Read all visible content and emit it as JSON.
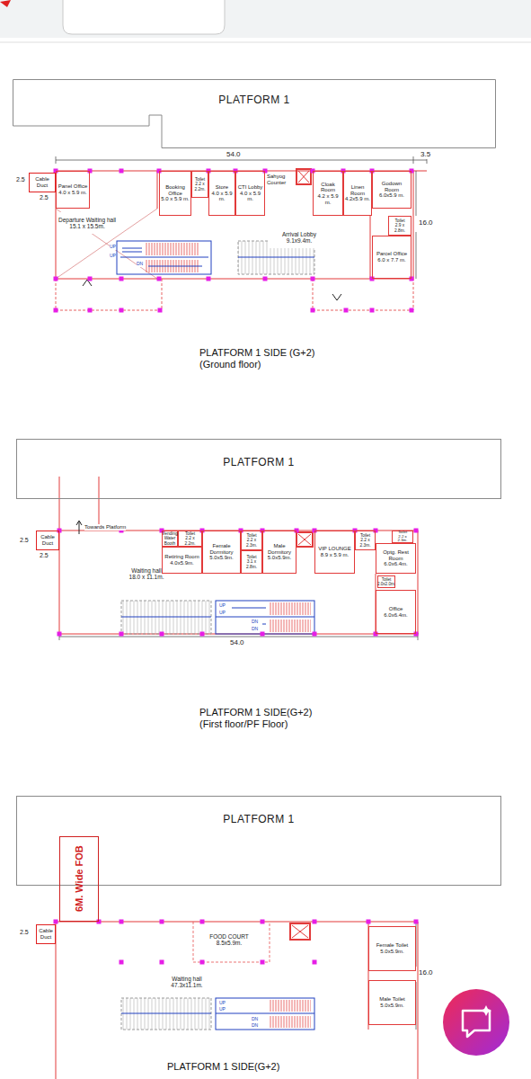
{
  "diagram": {
    "nodes": [
      {
        "text": [
          "PLATFORM 1"
        ]
      },
      {
        "text": [
          "Cable Duct"
        ]
      },
      {
        "text": [
          "Panel Office",
          "4.0 x 5.9 m."
        ]
      },
      {
        "text": [
          "Departure Waiting hall",
          "15.1 x 15.5m."
        ]
      },
      {
        "text": [
          "Booking Office",
          "5.0 x 5.9 m."
        ]
      },
      {
        "text": [
          "Toilet",
          "2.2 x 2.2m."
        ]
      },
      {
        "text": [
          "Store",
          "4.0 x 5.9 m."
        ]
      },
      {
        "text": [
          "CTI Lobby",
          "4.0 x 5.9 m."
        ]
      },
      {
        "text": [
          "Cloak Room",
          "4.2 x 5.9 m."
        ]
      },
      {
        "text": [
          "Linen Room",
          "4.2x5.9 m."
        ]
      },
      {
        "text": [
          "Godown Room",
          "6.0x5.9 m."
        ]
      },
      {
        "text": [
          "Toilet",
          "2.9 x 2.8m."
        ]
      },
      {
        "text": [
          "Parcel Office",
          "6.0 x 7.7 m."
        ]
      },
      {
        "text": [
          "Arrival Lobby",
          "9.1x9.4m."
        ]
      },
      {
        "text": [
          "PLATFORM 1"
        ]
      },
      {
        "text": [
          "Cable Duct"
        ]
      },
      {
        "text": [
          "Waiting hall",
          "18.0 x 11.1m."
        ]
      },
      {
        "text": [
          "Vending Water Booth"
        ]
      },
      {
        "text": [
          "Toilet",
          "2.2 x 2.2m."
        ]
      },
      {
        "text": [
          "Retiring Room",
          "4.0x5.9m."
        ]
      },
      {
        "text": [
          "Female Dormitory",
          "5.0x5.9m."
        ]
      },
      {
        "text": [
          "Toilet",
          "2.2 x 2.3m."
        ]
      },
      {
        "text": [
          "Toilet",
          "3.1 x 2.8m."
        ]
      },
      {
        "text": [
          "Male Dormitory",
          "5.0x5.9m."
        ]
      },
      {
        "text": [
          "VIP LOUNGE",
          "8.9 x 5.9 m."
        ]
      },
      {
        "text": [
          "Toilet",
          "2.2 x 2.3m."
        ]
      },
      {
        "text": [
          "Toilet",
          "2.2 x 2.3m."
        ]
      },
      {
        "text": [
          "Optg. Rest Room",
          "6.0x6.4m."
        ]
      },
      {
        "text": [
          "Toilet",
          "2.0x2.0m."
        ]
      },
      {
        "text": [
          "Office",
          "6.0x6.4m."
        ]
      },
      {
        "text": [
          "PLATFORM 1"
        ]
      },
      {
        "text": [
          "6M. Wide FOB"
        ]
      },
      {
        "text": [
          "Cable Duct"
        ]
      },
      {
        "text": [
          "FOOD COURT",
          "8.5x5.9m."
        ]
      },
      {
        "text": [
          "Waiting hall",
          "47.3x11.1m."
        ]
      },
      {
        "text": [
          "Female Toilet",
          "5.0x5.9m."
        ]
      },
      {
        "text": [
          "Male Toilet",
          "5.0x5.9m."
        ]
      }
    ],
    "labels": [
      "54.0",
      "3.5",
      "16.0",
      "2.5",
      "2.5",
      "Sahyog Counter",
      "UP",
      "UP",
      "DN",
      "PLATFORM 1 SIDE (G+2)",
      "(Ground floor)",
      "2.5",
      "2.5",
      "Towards Platform",
      "UP",
      "UP",
      "DN",
      "DN",
      "54.0",
      "PLATFORM 1 SIDE(G+2)",
      "(First floor/PF Floor)",
      "2.5",
      "16.0",
      "UP",
      "UP",
      "DN",
      "DN",
      "PLATFORM 1 SIDE(G+2)"
    ]
  }
}
